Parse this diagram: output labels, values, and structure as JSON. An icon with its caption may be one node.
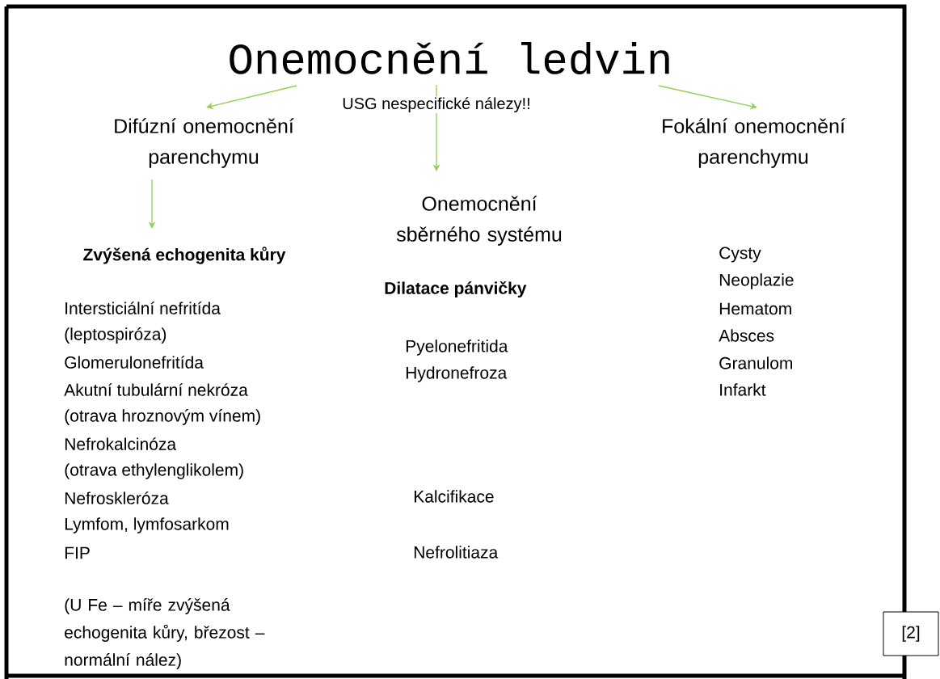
{
  "diagram": {
    "nodes": [
      {
        "text": [
          "Onemocnění ledvin"
        ]
      },
      {
        "text": [
          "Difúzní onemocnění parenchymu"
        ]
      },
      {
        "text": [
          "Onemocnění sběrného systému"
        ]
      },
      {
        "text": [
          "Fokální onemocnění parenchymu"
        ]
      },
      {
        "text": [
          "Zvýšená echogenita kůry"
        ]
      }
    ],
    "edges": [
      {
        "from": 0,
        "to": 1,
        "arrow": "to"
      },
      {
        "from": 0,
        "to": 2,
        "arrow": "to",
        "label": "USG nespecifické nálezy!!"
      },
      {
        "from": 0,
        "to": 3,
        "arrow": "to"
      },
      {
        "from": 1,
        "to": 4,
        "arrow": "to"
      }
    ],
    "labels": [
      "Intersticiální nefritída",
      "(leptospiróza)",
      "Glomerulonefritída",
      "Akutní tubulární nekróza",
      "(otrava hroznovým vínem)",
      "Nefrokalcinóza",
      "(otrava ethylenglikolem)",
      "Nefroskleróza",
      "Lymfom, lymfosarkom",
      "FIP",
      "(U Fe – míře zvýšená echogenita kůry, březost – normální nález)",
      "Dilatace pánvičky",
      "Pyelonefritida",
      "Hydronefroza",
      "Kalcifikace",
      "Nefrolitiaza",
      "Cysty",
      "Neoplazie",
      "Hematom",
      "Absces",
      "Granulom",
      "Infarkt",
      "[2]"
    ]
  }
}
